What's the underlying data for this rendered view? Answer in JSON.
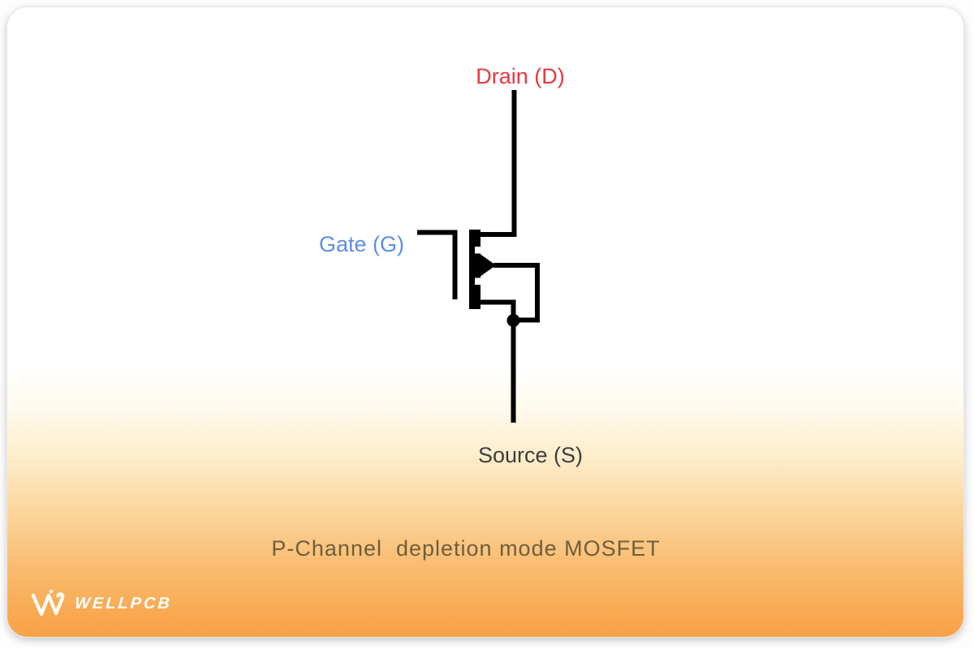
{
  "diagram": {
    "labels": {
      "drain": "Drain (D)",
      "gate": "Gate (G)",
      "source": "Source (S)"
    },
    "caption": "P-Channel  depletion mode MOSFET",
    "colors": {
      "drain_label": "#e9383f",
      "gate_label": "#5d8de6",
      "source_label": "#3d3d3d",
      "caption": "#6f5e3c",
      "symbol": "#000000",
      "background_orange_bottom": "#f8a148",
      "background_top": "#ffffff"
    },
    "icons": {
      "arrow": "p-channel-arrow-icon",
      "junction": "junction-dot"
    }
  },
  "branding": {
    "logo_text": "WELLPCB"
  }
}
